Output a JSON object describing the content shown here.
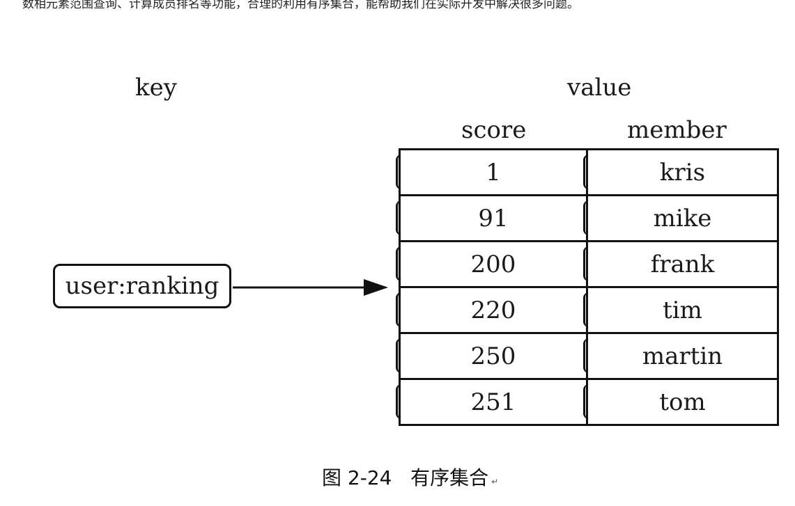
{
  "top_text": "数相元素范围查询、计算成员排名等功能，合理的利用有序集合，能帮助我们在实际开发中解决很多问题。",
  "diagram": {
    "key_label": "key",
    "value_label": "value",
    "key_name": "user:ranking",
    "columns": {
      "score": "score",
      "member": "member"
    },
    "rows": [
      {
        "score": "1",
        "member": "kris"
      },
      {
        "score": "91",
        "member": "mike"
      },
      {
        "score": "200",
        "member": "frank"
      },
      {
        "score": "220",
        "member": "tim"
      },
      {
        "score": "250",
        "member": "martin"
      },
      {
        "score": "251",
        "member": "tom"
      }
    ]
  },
  "caption": {
    "text": "图 2-24   有序集合",
    "mark": "↵"
  }
}
